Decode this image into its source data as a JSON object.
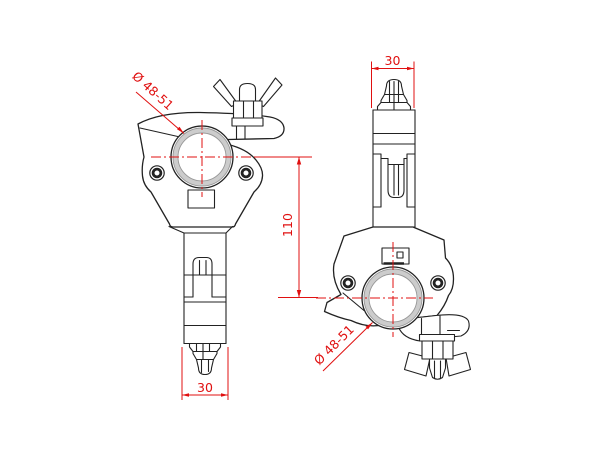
{
  "page": {
    "background": "#ffffff"
  },
  "colors": {
    "outline": "#222222",
    "dimension_red": "#e01010",
    "tube_ring_fill": "#cccccc",
    "tube_ring_stroke": "#979797"
  },
  "front_view": {
    "bore_diameter_label": "Ø 48-51",
    "height_dimension": "110",
    "spigot_width_dimension": "30"
  },
  "side_view": {
    "bore_diameter_label": "Ø 48-51",
    "spigot_width_dimension": "30"
  }
}
